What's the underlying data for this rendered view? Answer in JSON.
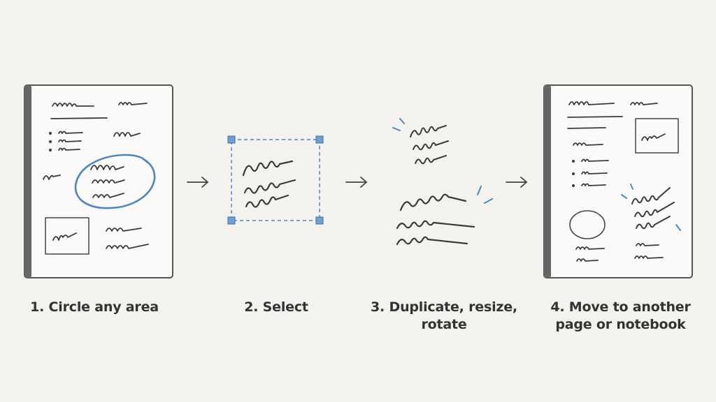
{
  "steps": [
    {
      "number": "1.",
      "lines": [
        "Circle any area"
      ]
    },
    {
      "number": "2.",
      "lines": [
        "Select"
      ]
    },
    {
      "number": "3.",
      "lines": [
        "Duplicate, resize,",
        "rotate"
      ]
    },
    {
      "number": "4.",
      "lines": [
        "Move to another",
        "page or notebook"
      ]
    }
  ],
  "arrows": [
    "right-arrow",
    "right-arrow",
    "right-arrow"
  ],
  "colors": {
    "background": "#f4f2ee",
    "ink": "#3a3a3a",
    "frame": "#555555",
    "accent_blue": "#4a86c5",
    "handle_fill": "#6f9fd6"
  }
}
